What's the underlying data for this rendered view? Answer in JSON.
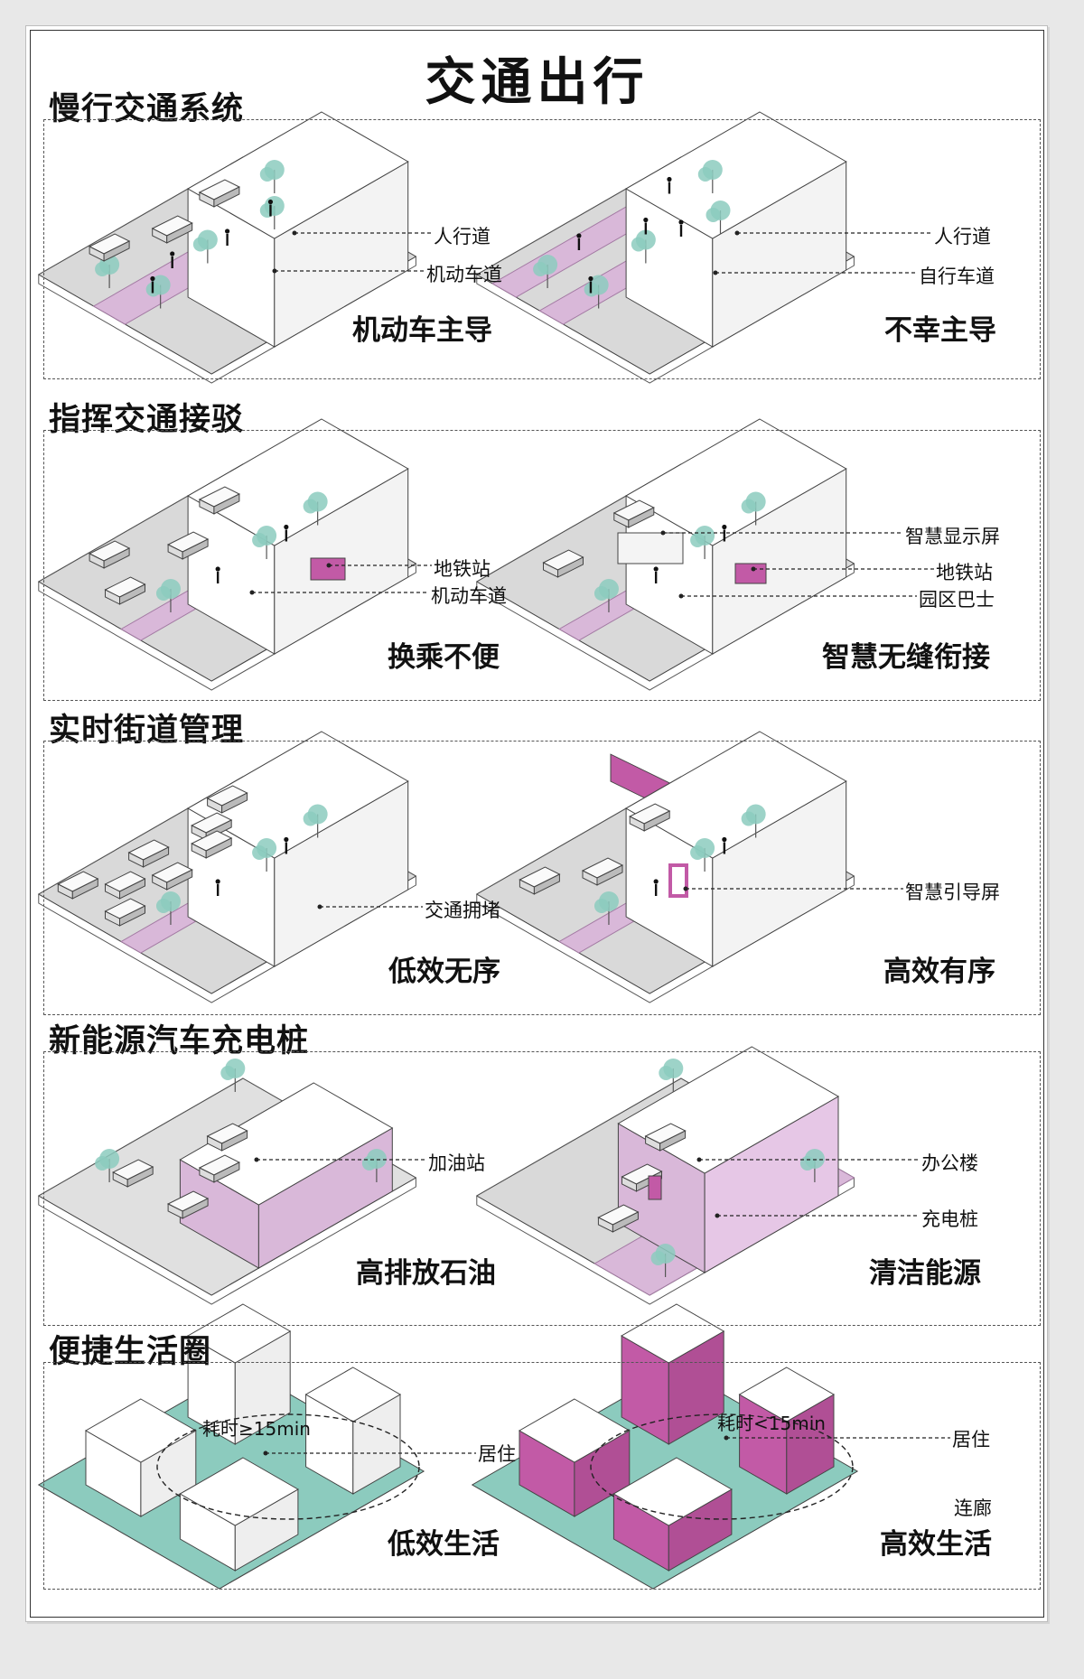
{
  "title": "交通出行",
  "sections": [
    {
      "title": "慢行交通系统",
      "left": {
        "caption": "机动车主导",
        "labels": [
          "人行道",
          "机动车道"
        ]
      },
      "right": {
        "caption": "不幸主导",
        "labels": [
          "人行道",
          "自行车道"
        ]
      }
    },
    {
      "title": "指挥交通接驳",
      "left": {
        "caption": "换乘不便",
        "labels": [
          "地铁站",
          "机动车道"
        ]
      },
      "right": {
        "caption": "智慧无缝衔接",
        "labels": [
          "智慧显示屏",
          "地铁站",
          "园区巴士"
        ]
      }
    },
    {
      "title": "实时街道管理",
      "left": {
        "caption": "低效无序",
        "labels": [
          "交通拥堵"
        ]
      },
      "right": {
        "caption": "高效有序",
        "labels": [
          "智慧引导屏"
        ]
      }
    },
    {
      "title": "新能源汽车充电桩",
      "left": {
        "caption": "高排放石油",
        "labels": [
          "加油站"
        ]
      },
      "right": {
        "caption": "清洁能源",
        "labels": [
          "办公楼",
          "充电桩"
        ]
      }
    },
    {
      "title": "便捷生活圈",
      "left": {
        "caption": "低效生活",
        "labels": [
          "居住"
        ],
        "time_label": "耗时≥15min"
      },
      "right": {
        "caption": "高效生活",
        "labels": [
          "居住",
          "连廊"
        ],
        "time_label": "耗时<15min"
      }
    }
  ],
  "colors": {
    "pink": "#d9b8d9",
    "magenta": "#c25aa6",
    "teal": "#8ccbbe",
    "road": "#d9d9d9"
  }
}
